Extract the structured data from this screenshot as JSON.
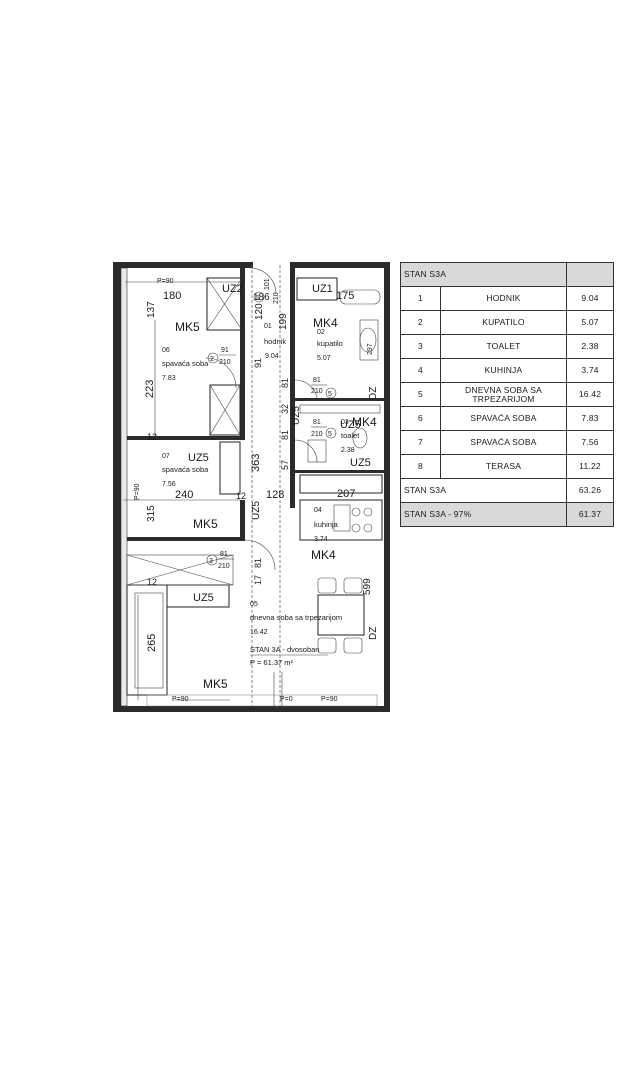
{
  "table": {
    "header": "STAN S3A",
    "rows": [
      {
        "num": "1",
        "name": "HODNIK",
        "area": "9.04"
      },
      {
        "num": "2",
        "name": "KUPATILO",
        "area": "5.07"
      },
      {
        "num": "3",
        "name": "TOALET",
        "area": "2.38"
      },
      {
        "num": "4",
        "name": "KUHINJA",
        "area": "3.74"
      },
      {
        "num": "5",
        "name": "DNEVNA SOBA SA TRPEZARIJOM",
        "area": "16.42"
      },
      {
        "num": "6",
        "name": "SPAVAĆA SOBA",
        "area": "7.83"
      },
      {
        "num": "7",
        "name": "SPAVAĆA SOBA",
        "area": "7.56"
      },
      {
        "num": "8",
        "name": "TERASA",
        "area": "11.22"
      }
    ],
    "total_label": "STAN S3A",
    "total_area": "63.26",
    "reduced_label": "STAN S3A - 97%",
    "reduced_area": "61.37"
  },
  "plan": {
    "rooms": {
      "hodnik": {
        "id": "01",
        "name": "hodnik",
        "area": "9.04"
      },
      "kupatilo": {
        "id": "02",
        "name": "kupatilo",
        "area": "5.07"
      },
      "toalet": {
        "id": "03",
        "name": "toalet",
        "area": "2.38"
      },
      "kuhinja": {
        "id": "04",
        "name": "kuhinja",
        "area": "3.74"
      },
      "dnevna": {
        "id": "05",
        "name": "dnevna soba sa trpezarijom",
        "area": "16.42"
      },
      "spavaca1": {
        "id": "06",
        "name": "spavaća soba",
        "area": "7.83"
      },
      "spavaca2": {
        "id": "07",
        "name": "spavaća soba",
        "area": "7.56"
      }
    },
    "unit_title": "STAN 3A - dvosoban",
    "unit_area": "P = 61.37 m²",
    "cabinet_labels": {
      "mk5_a": "MK5",
      "mk5_b": "MK5",
      "mk5_c": "MK5",
      "mk4_a": "MK4",
      "mk4_b": "MK4",
      "mk4_c": "MK4",
      "uz1": "UZ1",
      "uz2": "UZ2",
      "uz5_a": "UZ5",
      "uz5_b": "UZ5",
      "uz5_c": "UZ5",
      "uz5_d": "UZ5",
      "uz5_e": "UZ5",
      "uz5_f": "UZ5",
      "dz_a": "DZ",
      "dz_b": "DZ"
    },
    "dimensions": {
      "d180": "180",
      "d186": "186",
      "d175": "175",
      "d137": "137",
      "d199": "199",
      "d120": "120",
      "d223": "223",
      "d363": "363",
      "d240": "240",
      "d128": "128",
      "d315": "315",
      "d265": "265",
      "d207": "207",
      "d599": "599",
      "d12a": "12",
      "d12b": "12",
      "d12c": "12",
      "d81a": "81",
      "d81b": "81",
      "d81c": "81",
      "d91": "91",
      "d57": "57",
      "d32": "32",
      "d17": "17"
    },
    "doors": {
      "d2": {
        "n": "2",
        "w": "91",
        "h": "210"
      },
      "d3": {
        "n": "3",
        "w": "81",
        "h": "210"
      },
      "d5a": {
        "n": "5",
        "w": "81",
        "h": "210"
      },
      "d5b": {
        "n": "5",
        "w": "81",
        "h": "210"
      },
      "d1": {
        "n": "1",
        "w": "101",
        "h": "210"
      }
    },
    "openings": {
      "p90_top": "P=90",
      "p90_bl": "P=90",
      "p0": "P=0",
      "p90_br": "P=90",
      "p90_left": "P=90",
      "z97": "297"
    }
  }
}
